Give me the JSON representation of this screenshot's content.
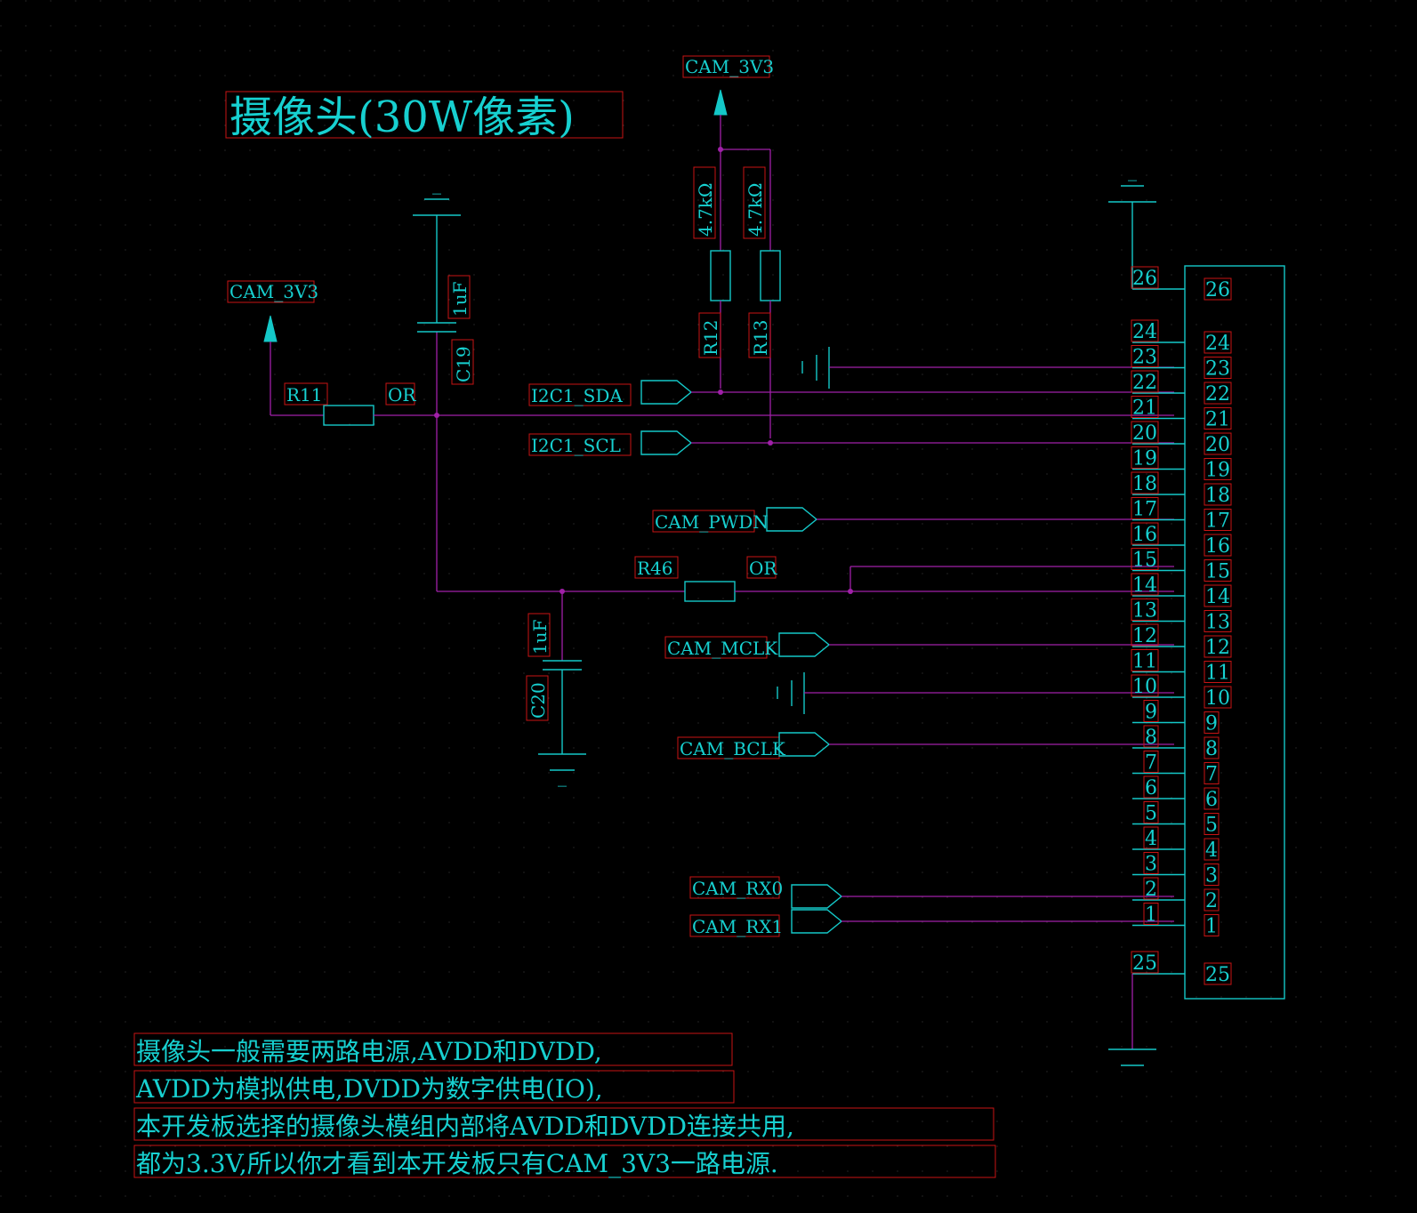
{
  "title": "摄像头(30W像素)",
  "power_labels": {
    "top": "CAM_3V3",
    "left": "CAM_3V3"
  },
  "components": {
    "r11": {
      "ref": "R11",
      "value": "OR"
    },
    "r46": {
      "ref": "R46",
      "value": "OR"
    },
    "r12": {
      "ref": "R12",
      "value": "4.7kΩ"
    },
    "r13": {
      "ref": "R13",
      "value": "4.7kΩ"
    },
    "c19": {
      "ref": "C19",
      "value": "1uF"
    },
    "c20": {
      "ref": "C20",
      "value": "1uF"
    }
  },
  "nets": {
    "sda": "I2C1_SDA",
    "scl": "I2C1_SCL",
    "pwdn": "CAM_PWDN",
    "mclk": "CAM_MCLK",
    "bclk": "CAM_BCLK",
    "rx0": "CAM_RX0",
    "rx1": "CAM_RX1"
  },
  "connector_pins": [
    "26",
    "24",
    "23",
    "22",
    "21",
    "20",
    "19",
    "18",
    "17",
    "16",
    "15",
    "14",
    "13",
    "12",
    "11",
    "10",
    "9",
    "8",
    "7",
    "6",
    "5",
    "4",
    "3",
    "2",
    "1",
    "25"
  ],
  "ground_labels": {
    "g1": "_",
    "g2": "_",
    "g3": "_"
  },
  "notes": [
    "摄像头一般需要两路电源,AVDD和DVDD,",
    "AVDD为模拟供电,DVDD为数字供电(IO),",
    "本开发板选择的摄像头模组内部将AVDD和DVDD连接共用,",
    "都为3.3V,所以你才看到本开发板只有CAM_3V3一路电源."
  ],
  "colors": {
    "background": "#000000",
    "wire": "#a020a8",
    "part": "#14c8c8",
    "text": "#17d0d0",
    "label_box": "#c81414"
  }
}
